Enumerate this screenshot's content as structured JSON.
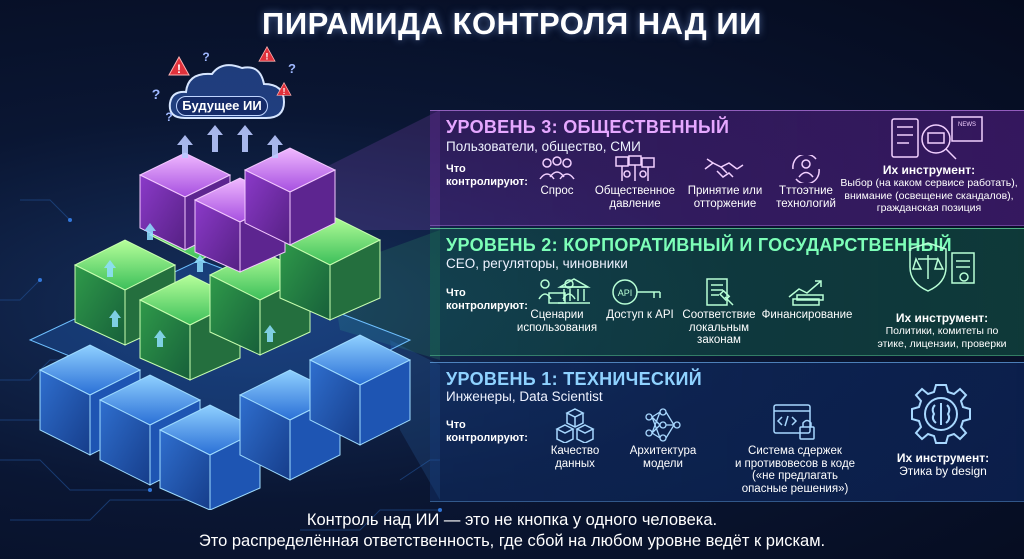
{
  "title": "ПИРАМИДА КОНТРОЛЯ НАД ИИ",
  "cloud_label": "Будущее ИИ",
  "control_label": "Что\nконтролируют:",
  "levels": [
    {
      "title": "УРОВЕНЬ 3: ОБЩЕСТВЕННЫЙ",
      "subtitle": "Пользователи, общество, СМИ",
      "color": "#d58cff",
      "items": [
        "Спрос",
        "Общественное\nдавление",
        "Принятие или\nотторжение",
        "Тттоэтние\nтехнологий"
      ],
      "tool_head": "Их инструмент:",
      "tool_body": "Выбор (на каком сервисе работать),\nвнимание (освещение скандалов),\nгражданская позиция"
    },
    {
      "title": "УРОВЕНЬ 2: КОРПОРАТИВНЫЙ И ГОСУДАРСТВЕННЫЙ",
      "subtitle": "CEO, регуляторы, чиновники",
      "color": "#6dffb0",
      "items": [
        "Сценарии\nиспользования",
        "Доступ к API",
        "Соответствие\nлокальным\nзаконам",
        "Финансирование"
      ],
      "api_text": "API",
      "tool_head": "Их инструмент:",
      "tool_body": "Политики, комитеты по\nэтике, лицензии, проверки"
    },
    {
      "title": "УРОВЕНЬ 1: ТЕХНИЧЕСКИЙ",
      "subtitle": "Инженеры, Data Scientist",
      "color": "#7fc8ff",
      "items": [
        "Качество\nданных",
        "Архитектура\nмодели",
        "Система сдержек\nи противовесов в коде\n(«не предлагать\nопасные решения»)"
      ],
      "tool_head": "Их инструмент:",
      "tool_body": "Этика by design"
    }
  ],
  "news_text": "NEWS",
  "footer": {
    "line1": "Контроль над ИИ — это не кнопка у одного человека.",
    "line2": "Это распределённая ответственность, где сбой на любом уровне ведёт к рискам."
  },
  "icons": {
    "warning": "warning-icon",
    "question": "question-icon",
    "cloud": "cloud-icon"
  }
}
